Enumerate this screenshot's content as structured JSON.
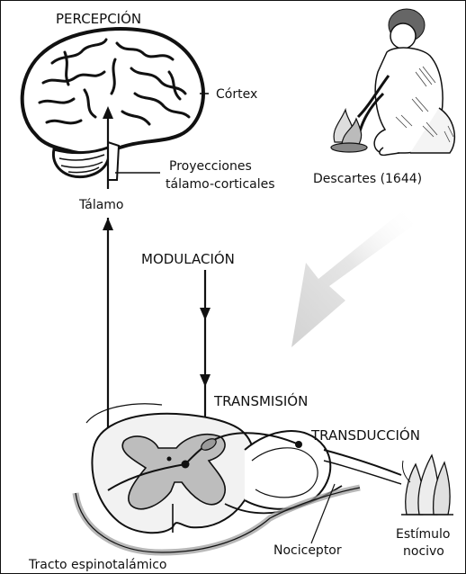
{
  "stages": {
    "percepcion": "PERCEPCIÓN",
    "modulacion": "MODULACIÓN",
    "transmision": "TRANSMISIÓN",
    "transduccion": "TRANSDUCCIÓN"
  },
  "anatomy": {
    "cortex": "Córtex",
    "projections_line1": "Proyecciones",
    "projections_line2": "tálamo-corticales",
    "thalamus": "Tálamo",
    "spinothalamic_tract": "Tracto espinotalámico",
    "nociceptor": "Nociceptor",
    "stimulus_line1": "Estímulo",
    "stimulus_line2": "nocivo"
  },
  "illustration": {
    "caption": "Descartes (1644)"
  }
}
